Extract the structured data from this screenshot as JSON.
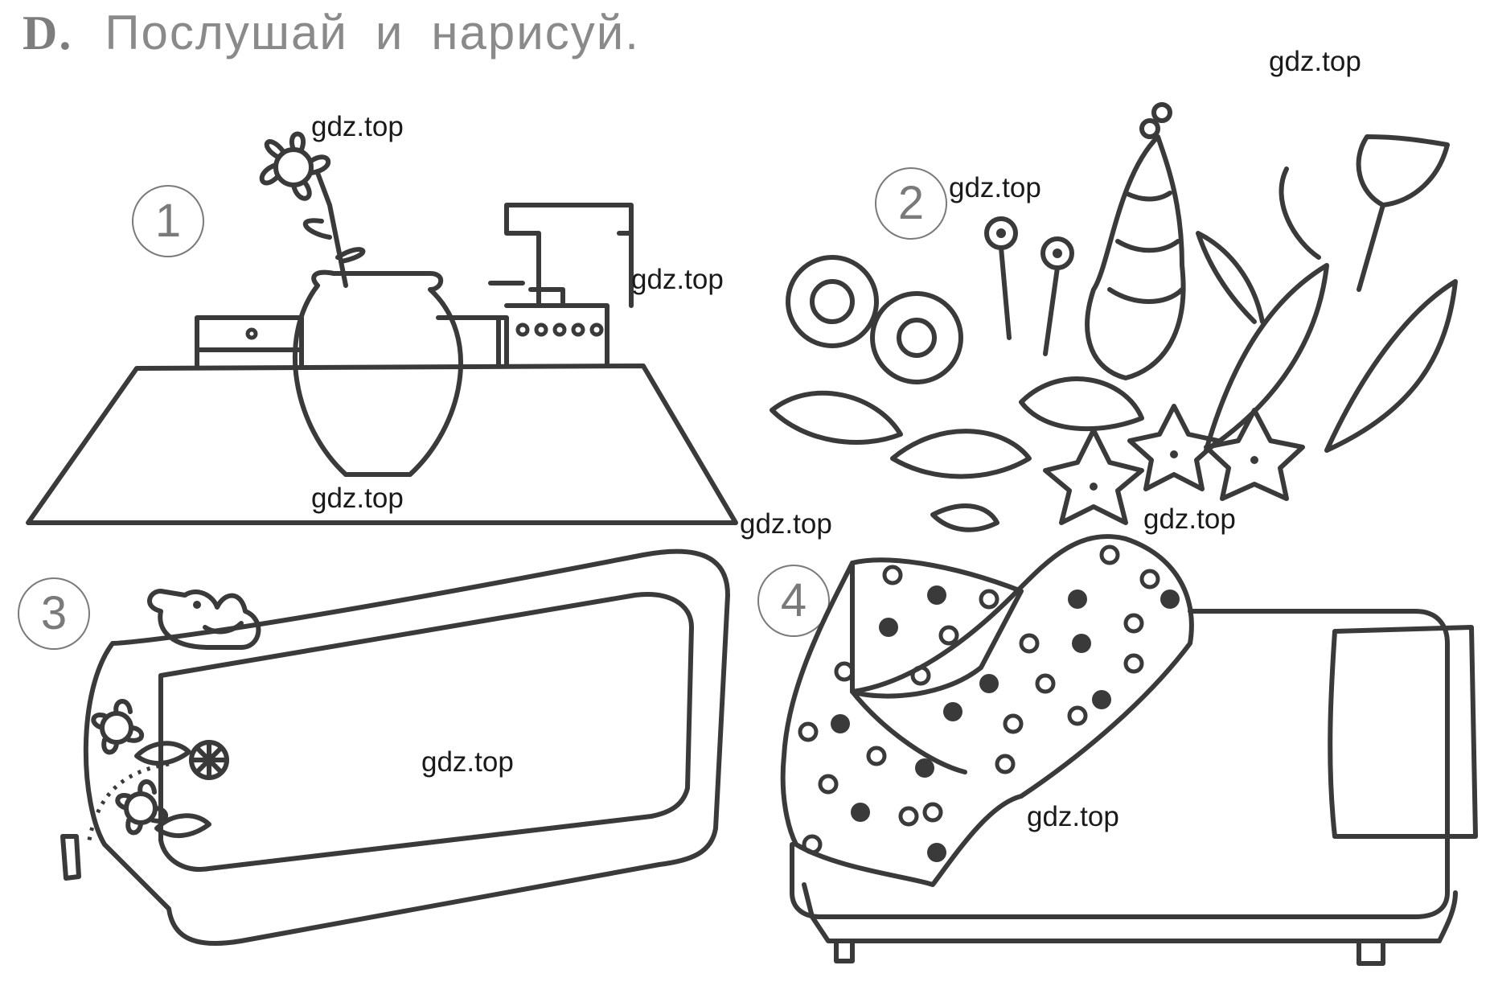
{
  "heading": {
    "letter": "D.",
    "words": [
      "Послушай",
      "и",
      "нарисуй."
    ]
  },
  "scenes": [
    {
      "number": "1",
      "subject": "kitchen table with vase"
    },
    {
      "number": "2",
      "subject": "flower garden"
    },
    {
      "number": "3",
      "subject": "bathtub with duck"
    },
    {
      "number": "4",
      "subject": "bed with blanket"
    }
  ],
  "watermarks": [
    "gdz.top",
    "gdz.top",
    "gdz.top",
    "gdz.top",
    "gdz.top",
    "gdz.top",
    "gdz.top",
    "gdz.top",
    "gdz.top"
  ],
  "colors": {
    "ink": "#3a3a3a",
    "heading": "#8a8a8a",
    "watermark": "#1a1a1a",
    "paper": "#ffffff"
  }
}
